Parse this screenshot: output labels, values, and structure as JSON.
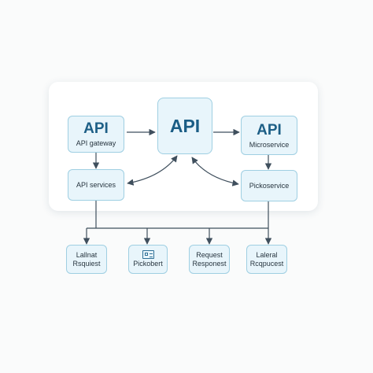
{
  "diagram": {
    "gateway": {
      "title": "API",
      "subtitle": "API gateway"
    },
    "center": {
      "title": "API"
    },
    "microservice": {
      "title": "API",
      "subtitle": "Microservice"
    },
    "services": {
      "label": "API services"
    },
    "picko": {
      "label": "Pickoservice"
    },
    "leaves": [
      {
        "line1": "Lallnat",
        "line2": "Rsquiest"
      },
      {
        "line1": "",
        "line2": "Pickobert"
      },
      {
        "line1": "Request",
        "line2": "Responest"
      },
      {
        "line1": "Laleral",
        "line2": "Rcqpucest"
      }
    ],
    "colors": {
      "node_fill": "#e8f5fb",
      "node_border": "#9fcfe2",
      "accent": "#1d5f86",
      "line": "#3f4f5d"
    }
  }
}
